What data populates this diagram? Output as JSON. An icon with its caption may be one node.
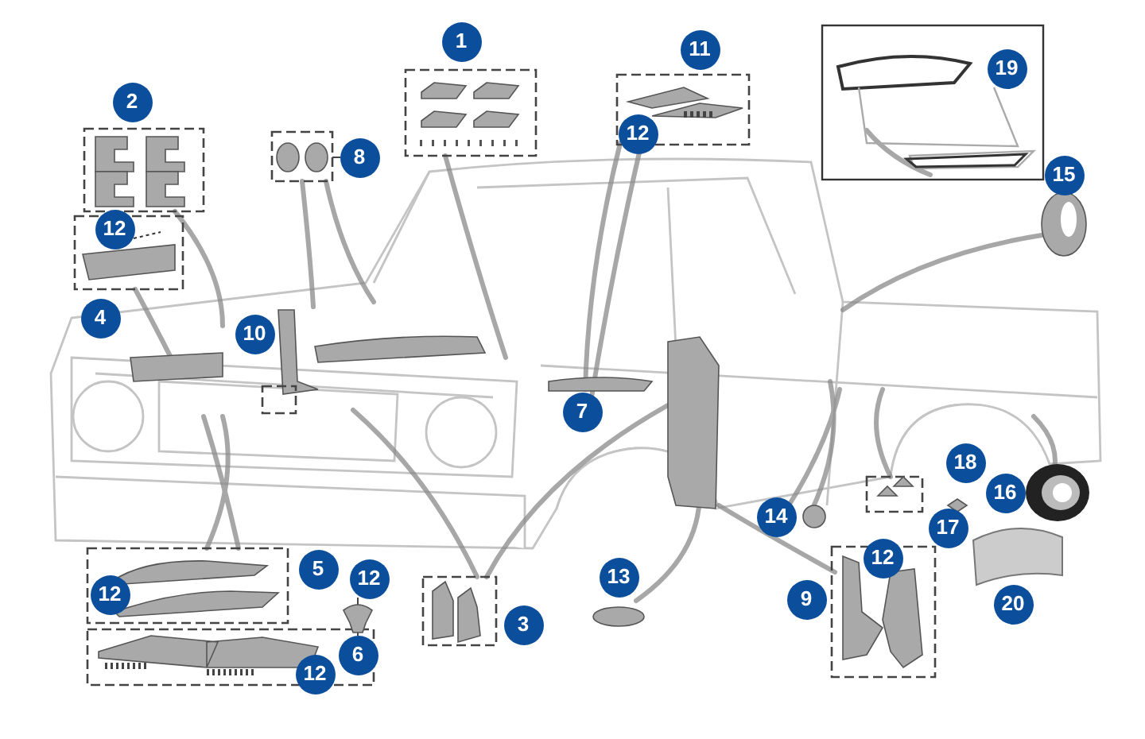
{
  "diagram": {
    "labels": [
      "1",
      "11",
      "19",
      "2",
      "12",
      "8",
      "15",
      "12",
      "4",
      "10",
      "7",
      "18",
      "16",
      "14",
      "17",
      "12",
      "5",
      "13",
      "12",
      "12",
      "9",
      "20",
      "3",
      "6",
      "12"
    ]
  }
}
